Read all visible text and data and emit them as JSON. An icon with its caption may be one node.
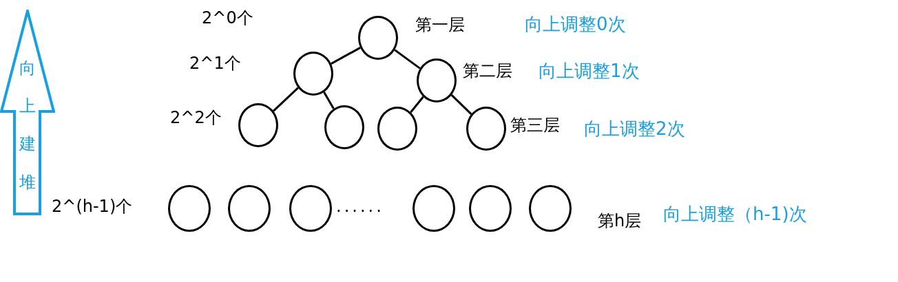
{
  "diagram": {
    "nodes": [
      {
        "text": [
          "向上建堆"
        ]
      },
      {
        "text": [],
        "shape": "circle"
      },
      {
        "text": [],
        "shape": "circle"
      },
      {
        "text": [],
        "shape": "circle"
      },
      {
        "text": [],
        "shape": "circle"
      },
      {
        "text": [],
        "shape": "circle"
      },
      {
        "text": [],
        "shape": "circle"
      },
      {
        "text": [],
        "shape": "circle"
      },
      {
        "text": [],
        "shape": "circle"
      },
      {
        "text": [],
        "shape": "circle"
      },
      {
        "text": [],
        "shape": "circle"
      },
      {
        "text": [],
        "shape": "circle"
      },
      {
        "text": [],
        "shape": "circle"
      },
      {
        "text": [],
        "shape": "circle"
      }
    ],
    "edges": [
      {
        "from": 1,
        "to": 2,
        "arrow": "none"
      },
      {
        "from": 1,
        "to": 3,
        "arrow": "none"
      },
      {
        "from": 2,
        "to": 4,
        "arrow": "none"
      },
      {
        "from": 2,
        "to": 5,
        "arrow": "none"
      },
      {
        "from": 3,
        "to": 6,
        "arrow": "none"
      },
      {
        "from": 3,
        "to": 7,
        "arrow": "none"
      }
    ],
    "labels": [
      "2^0个",
      "第一层",
      "向上调整0次",
      "2^1个",
      "第二层",
      "向上调整1次",
      "2^2个",
      "第三层",
      "向上调整2次",
      "2^(h-1)个",
      "......",
      "第h层",
      "向上调整（h-1)次"
    ]
  }
}
